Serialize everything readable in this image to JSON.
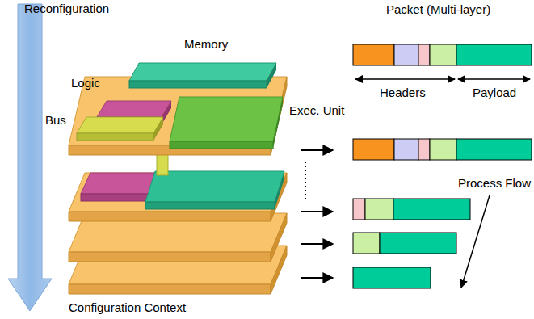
{
  "diagram": {
    "labels": [
      "Reconfiguration",
      "Memory",
      "Logic",
      "Bus",
      "Exec. Unit",
      "Packet (Multi-layer)",
      "Headers",
      "Payload",
      "Process Flow",
      "Configuration Context"
    ]
  }
}
